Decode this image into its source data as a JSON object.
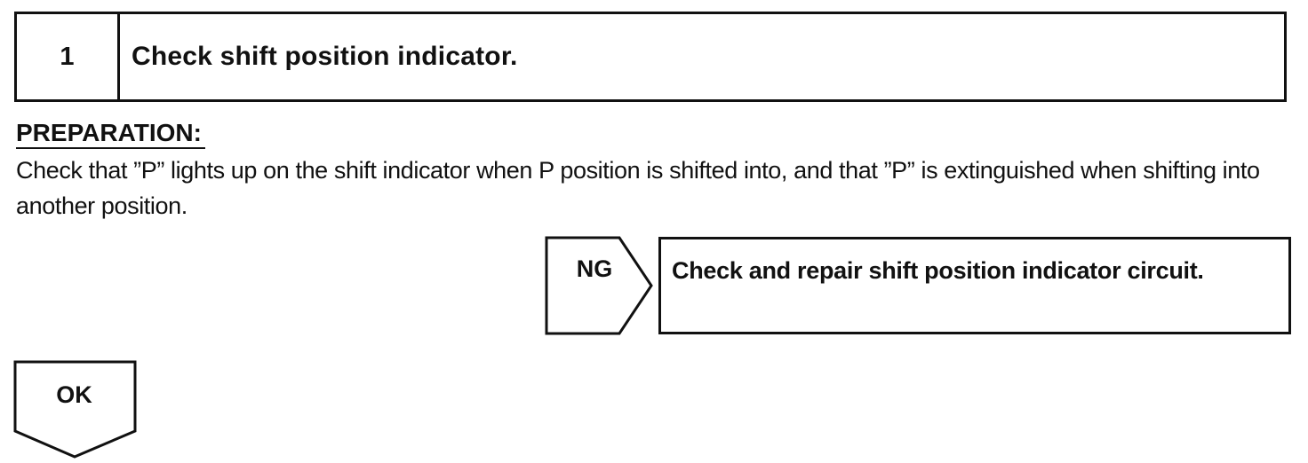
{
  "step": {
    "number": "1",
    "title": "Check shift position indicator."
  },
  "preparation": {
    "heading": "PREPARATION:",
    "body": "Check that ”P” lights up on the shift indicator when P position is shifted into, and that ”P” is extinguished when shifting into another position."
  },
  "ng": {
    "label": "NG",
    "action": "Check and repair shift position indicator circuit."
  },
  "ok": {
    "label": "OK"
  }
}
